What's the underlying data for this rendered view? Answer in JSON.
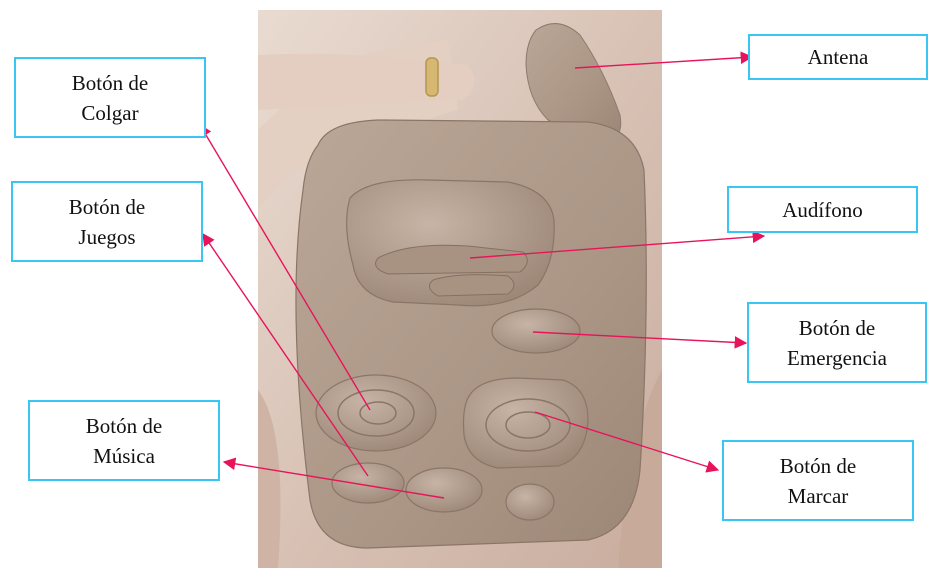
{
  "labels": {
    "colgar": "Botón de\nColgar",
    "juegos": "Botón de\nJuegos",
    "musica": "Botón de\nMúsica",
    "antena": "Antena",
    "audifono": "Audífono",
    "emergencia": "Botón de\nEmergencia",
    "marcar": "Botón de\nMarcar"
  },
  "colors": {
    "callout_border": "#39c6f2",
    "arrow": "#e8145a",
    "clay": "#b29d8d",
    "clay_shadow": "#8f7b6c",
    "hand": "#d9c3b6"
  }
}
